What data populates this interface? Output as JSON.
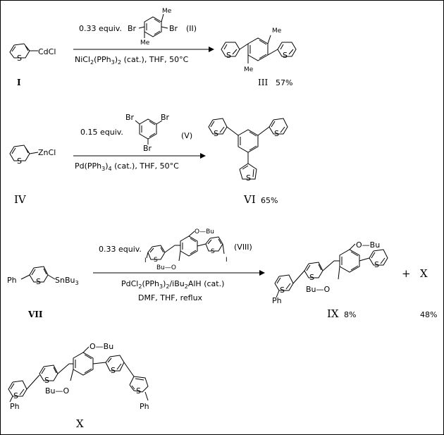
{
  "reaction1": {
    "reagent_amount": "0.33 equiv.",
    "reagent_br_left": "Br",
    "reagent_br_right": "Br",
    "reagent_me_top": "Me",
    "reagent_me_bottom": "Me",
    "reagent_id": "(II)",
    "conditions_pre": "NiCl",
    "conditions_sub1": "2",
    "conditions_mid": "(PPh",
    "conditions_sub2": "3",
    "conditions_post": ")",
    "conditions_sub3": "2",
    "conditions_end": " (cat.), THF, 50°C",
    "start_label": "I",
    "start_group": "CdCl",
    "start_s": "S",
    "product_label": "III",
    "product_yield": "57%",
    "product_me_top": "Me",
    "product_me_bottom": "Me",
    "product_s_left": "S",
    "product_s_right": "S"
  },
  "reaction2": {
    "reagent_amount": "0.15 equiv.",
    "reagent_br_a": "Br",
    "reagent_br_b": "Br",
    "reagent_br_c": "Br",
    "reagent_id": "(V)",
    "conditions_pre": "Pd(PPh",
    "conditions_sub1": "3",
    "conditions_mid": ")",
    "conditions_sub2": "4",
    "conditions_end": " (cat.), THF, 50°C",
    "start_label": "IV",
    "start_group": "ZnCl",
    "start_s": "S",
    "product_label": "VI",
    "product_yield": "65%",
    "product_s_a": "S",
    "product_s_b": "S",
    "product_s_c": "S"
  },
  "reaction3": {
    "reagent_amount": "0.33 equiv.",
    "reagent_obu_top": "O—Bu",
    "reagent_buo": "Bu—O",
    "reagent_i_left": "I",
    "reagent_i_right": "I",
    "reagent_s_left": "S",
    "reagent_s_right": "S",
    "reagent_id": "(VIII)",
    "conditions_line1_a": "PdCl",
    "conditions_line1_s1": "2",
    "conditions_line1_b": "(PPh",
    "conditions_line1_s2": "3",
    "conditions_line1_c": ")",
    "conditions_line1_s3": "2",
    "conditions_line1_d": "/iBu",
    "conditions_line1_s4": "2",
    "conditions_line1_e": "AlH (cat.)",
    "conditions_line2": "DMF, THF, reflux",
    "start_label": "VII",
    "start_ph": "Ph",
    "start_group": "SnBu",
    "start_sub": "3",
    "start_s": "S",
    "product_label": "IX",
    "product_yield": "8%",
    "product_obu": "O—Bu",
    "product_buo": "Bu—O",
    "product_ph": "Ph",
    "product_s_a": "S",
    "product_s_b": "S",
    "product_s_c": "S",
    "plus": "+",
    "side_label": "X",
    "side_yield": "48%"
  },
  "structure_x": {
    "obu": "O—Bu",
    "buo": "Bu—O",
    "ph_left": "Ph",
    "ph_right": "Ph",
    "s_a": "S",
    "s_b": "S",
    "s_c": "S",
    "s_d": "S",
    "label": "X"
  }
}
